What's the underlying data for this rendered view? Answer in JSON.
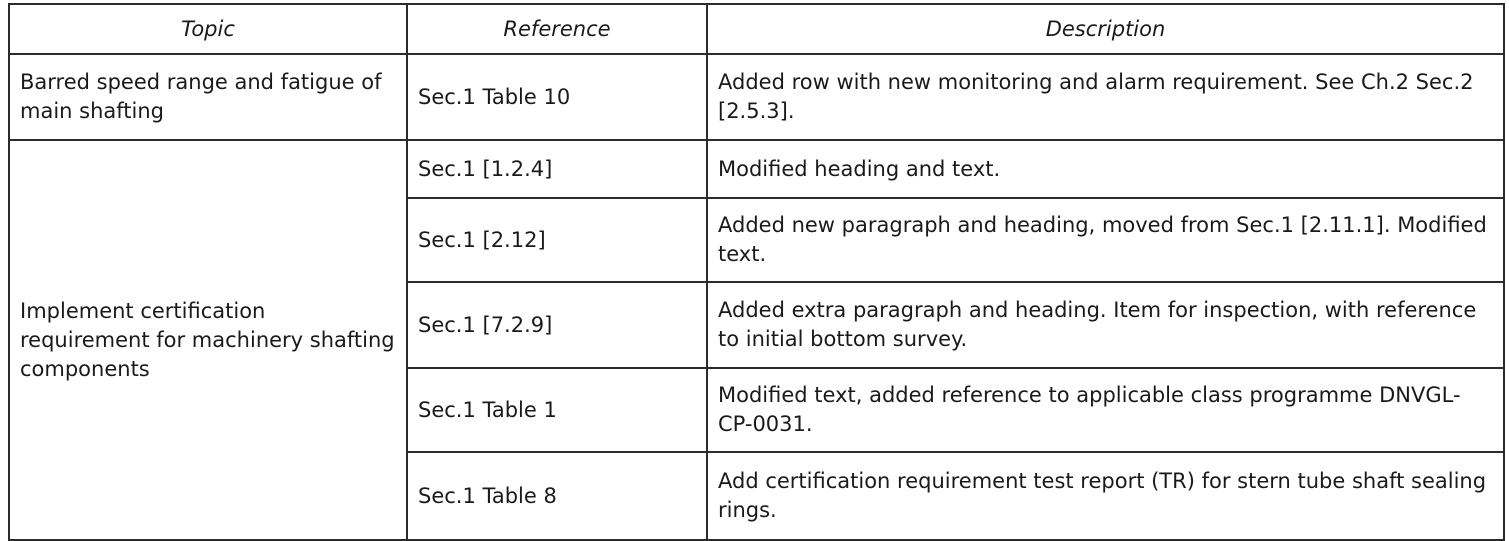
{
  "table": {
    "headers": {
      "topic": "Topic",
      "reference": "Reference",
      "description": "Description"
    },
    "groups": [
      {
        "topic": "Barred speed range and fatigue of main shafting",
        "rows": [
          {
            "reference": "Sec.1 Table 10",
            "description": "Added row with new monitoring and alarm requirement. See Ch.2 Sec.2 [2.5.3]."
          }
        ]
      },
      {
        "topic": "Implement certification requirement for machinery shafting components",
        "rows": [
          {
            "reference": "Sec.1 [1.2.4]",
            "description": "Modified heading and text."
          },
          {
            "reference": "Sec.1 [2.12]",
            "description": "Added new paragraph and heading, moved from Sec.1 [2.11.1]. Modified text."
          },
          {
            "reference": "Sec.1 [7.2.9]",
            "description": "Added extra paragraph and heading. Item for inspection, with reference to initial bottom survey."
          },
          {
            "reference": "Sec.1 Table 1",
            "description": "Modified text, added reference to applicable class programme DNVGL-CP-0031."
          },
          {
            "reference": "Sec.1 Table 8",
            "description": "Add certification requirement test report (TR) for stern tube shaft sealing rings."
          }
        ]
      }
    ]
  }
}
